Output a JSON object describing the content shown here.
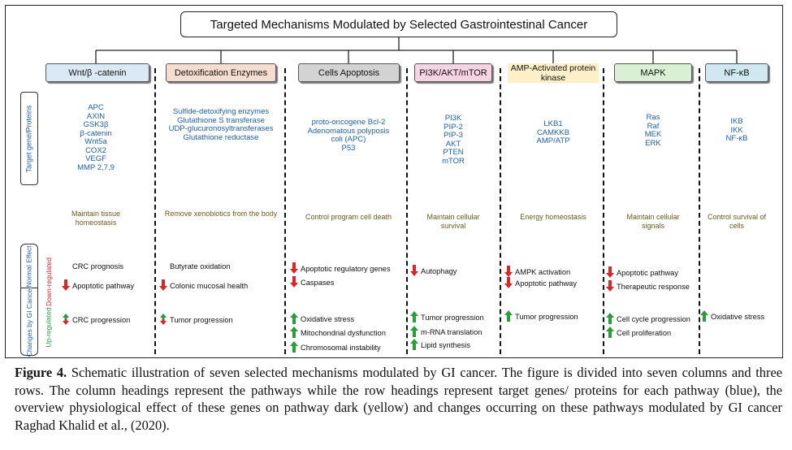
{
  "title": "Targeted Mechanisms Modulated by Selected Gastrointestinal Cancer",
  "row_labels": {
    "target": "Target gene/Proteins",
    "normal": "Normal Effect",
    "changes": "Changes by GI Cancer",
    "up": "Up-regulated",
    "down": "Down-regulated"
  },
  "columns": [
    {
      "header": "Wnt/β -catenin",
      "genes": [
        "APC",
        "AXIN",
        "GSK3β",
        "β-catenin",
        "Wnt5a",
        "COX2",
        "VEGF",
        "MMP  2,7,9"
      ],
      "effect": "Maintain tissue homeostasis",
      "changes": [
        {
          "text": "CRC prognosis",
          "arrow": "none"
        },
        {
          "text": "Apoptotic pathway",
          "arrow": "down"
        },
        {
          "text": "CRC progression",
          "arrow": "both"
        }
      ]
    },
    {
      "header": "Detoxification Enzymes",
      "genes": [
        "Sulfide-detoxifying enzymes",
        "Glutathione S transferase",
        "UDP-glucuronosyltransferases",
        "Glutathione reductase"
      ],
      "effect": "Remove xenobiotics from the body",
      "changes": [
        {
          "text": "Butyrate oxidation",
          "arrow": "none"
        },
        {
          "text": "Colonic mucosal health",
          "arrow": "down"
        },
        {
          "text": "Tumor progression",
          "arrow": "both"
        }
      ]
    },
    {
      "header": "Cells Apoptosis",
      "genes": [
        "proto-oncogene Bcl-2",
        "Adenomatous polyposis",
        "coli (APC)",
        "P53"
      ],
      "effect": "Control program cell death",
      "changes": [
        {
          "text": "Apoptotic regulatory genes",
          "arrow": "down"
        },
        {
          "text": "Caspases",
          "arrow": "down"
        },
        {
          "text": "Oxidative stress",
          "arrow": "up"
        },
        {
          "text": "Mitochondrial dysfunction",
          "arrow": "up"
        },
        {
          "text": "Chromosomal instability",
          "arrow": "up"
        }
      ]
    },
    {
      "header": "PI3K/AKT/mTOR",
      "genes": [
        "PI3K",
        "PIP-2",
        "PIP-3",
        "AKT",
        "PTEN",
        "mTOR"
      ],
      "effect": "Maintain cellular survival",
      "changes": [
        {
          "text": "Autophagy",
          "arrow": "down"
        },
        {
          "text": "Tumor progression",
          "arrow": "up"
        },
        {
          "text": "m-RNA translation",
          "arrow": "up"
        },
        {
          "text": "Lipid synthesis",
          "arrow": "up"
        }
      ]
    },
    {
      "header": "AMP-Activated protein kinase",
      "genes": [
        "LKB1",
        "CAMKKB",
        "AMP/ATP"
      ],
      "effect": "Energy homeostasis",
      "changes": [
        {
          "text": "AMPK activation",
          "arrow": "down"
        },
        {
          "text": "Apoptotic pathway",
          "arrow": "down"
        },
        {
          "text": "Tumor progression",
          "arrow": "up"
        }
      ]
    },
    {
      "header": "MAPK",
      "genes": [
        "Ras",
        "Raf",
        "MEK",
        "ERK"
      ],
      "effect": "Maintain cellular signals",
      "changes": [
        {
          "text": "Apoptotic pathway",
          "arrow": "down"
        },
        {
          "text": "Therapeutic response",
          "arrow": "down"
        },
        {
          "text": "Cell cycle progression",
          "arrow": "up"
        },
        {
          "text": "Cell proliferation",
          "arrow": "up"
        }
      ]
    },
    {
      "header": "NF-κB",
      "genes": [
        "IKB",
        "IKK",
        "NF-κB"
      ],
      "effect": "Control survival of cells",
      "changes": [
        {
          "text": "Oxidative stress",
          "arrow": "up"
        }
      ]
    }
  ],
  "caption": {
    "label": "Figure 4.",
    "text": " Schematic illustration of seven selected mechanisms modulated by GI cancer. The figure is divided into seven columns and three rows. The column headings represent the pathways while the row headings represent target genes/ proteins for each pathway (blue), the overview physiological effect of these genes on pathway dark (yellow) and changes occurring on these pathways modulated by GI cancer Raghad Khalid et al., (2020)."
  },
  "colors": {
    "header_fills": [
      "#dbe9f6",
      "#f6ddd0",
      "#d3d3d3",
      "#f6d4e2",
      "#fdf0c8",
      "#daf0d4",
      "#cfe8f2"
    ],
    "gene_text": "#1f5fa8",
    "effect_text": "#6b5a1e",
    "arrow_up": "#2a9d3c",
    "arrow_down": "#d62828"
  }
}
